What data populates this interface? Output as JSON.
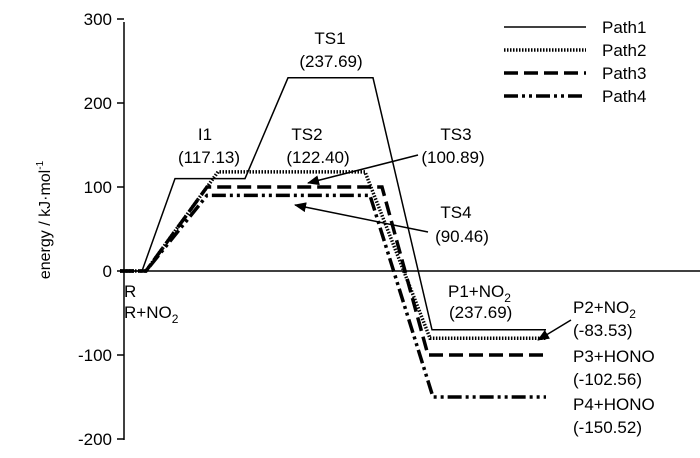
{
  "chart_data": {
    "type": "line",
    "title": "",
    "xlabel": "",
    "ylabel": "energy / kJ·mol",
    "ylabel_sup": "-1",
    "ylim": [
      -200,
      300
    ],
    "yticks": [
      -200,
      -100,
      0,
      100,
      200,
      300
    ],
    "grid": false,
    "legend": "top-right",
    "series": [
      {
        "name": "Path1",
        "style": "solid",
        "color": "#000000",
        "levels": {
          "R": 0,
          "I1": 110,
          "TS": 230,
          "P": -70
        }
      },
      {
        "name": "Path2",
        "style": "dotted",
        "color": "#000000",
        "levels": {
          "R": 0,
          "TS": 118,
          "P": -80
        }
      },
      {
        "name": "Path3",
        "style": "dashed",
        "color": "#000000",
        "levels": {
          "R": 0,
          "TS": 100,
          "P": -100
        }
      },
      {
        "name": "Path4",
        "style": "dashdotdot",
        "color": "#000000",
        "levels": {
          "R": 0,
          "TS": 90,
          "P": -150
        }
      }
    ],
    "annotations": {
      "R": "R",
      "R_NO2": "R+NO",
      "R_NO2_sub": "2",
      "I1": "I1",
      "I1_val": "(117.13)",
      "TS1": "TS1",
      "TS1_val": "(237.69)",
      "TS2": "TS2",
      "TS2_val": "(122.40)",
      "TS3": "TS3",
      "TS3_val": "(100.89)",
      "TS4": "TS4",
      "TS4_val": "(90.46)",
      "P1": "P1+NO",
      "P1_sub": "2",
      "P1_val": "(237.69)",
      "P2": "P2+NO",
      "P2_sub": "2",
      "P2_val": "(-83.53)",
      "P3": "P3+HONO",
      "P3_val": "(-102.56)",
      "P4": "P4+HONO",
      "P4_val": "(-150.52)"
    }
  }
}
